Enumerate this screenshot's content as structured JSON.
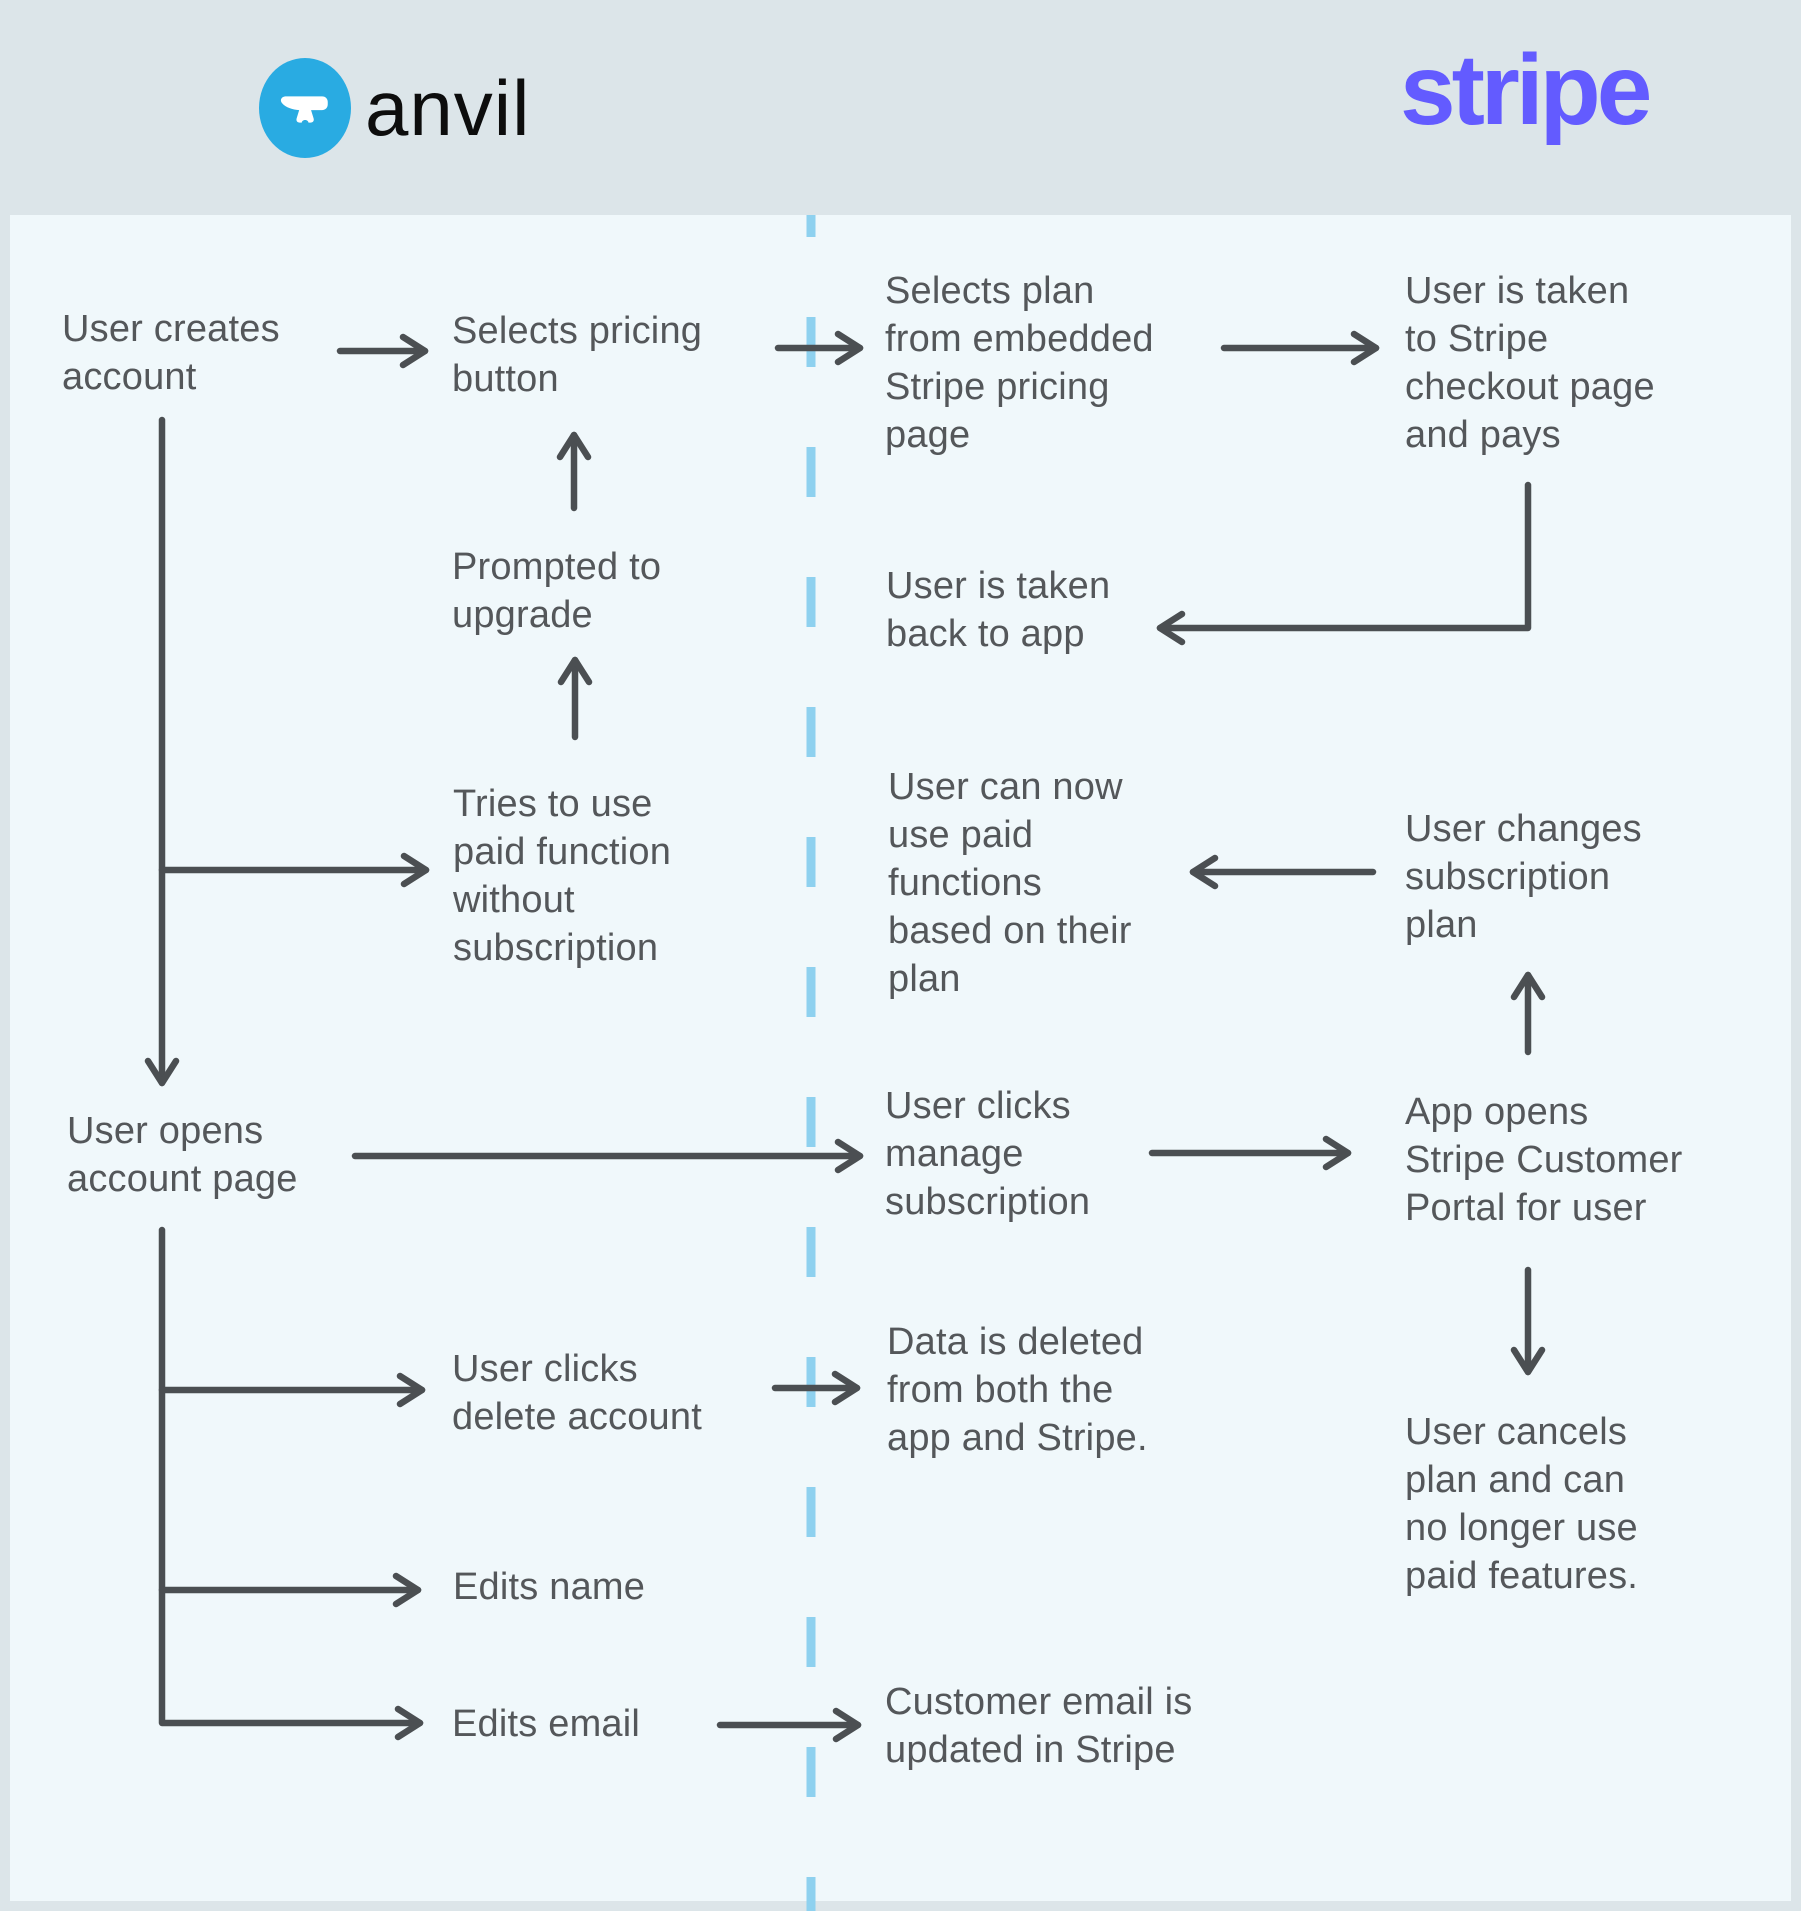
{
  "header": {
    "anvil_logo": "anvil",
    "stripe_logo": "stripe"
  },
  "nodes": {
    "user_creates_account": "User creates\naccount",
    "selects_pricing_button": "Selects pricing\nbutton",
    "prompted_to_upgrade": "Prompted to\nupgrade",
    "tries_paid_function": "Tries to use\npaid function\nwithout\nsubscription",
    "selects_plan": "Selects plan\nfrom embedded\nStripe pricing\npage",
    "taken_to_checkout": "User is taken\nto Stripe\ncheckout page\nand pays",
    "taken_back_to_app": "User is taken\nback to app",
    "can_use_paid_functions": "User can now\nuse paid\nfunctions\nbased on their\nplan",
    "changes_subscription": "User changes\nsubscription\nplan",
    "app_opens_portal": "App opens\nStripe Customer\nPortal for user",
    "user_cancels": "User cancels\nplan and can\nno longer use\npaid features.",
    "opens_account_page": "User opens\naccount page",
    "clicks_manage_subscription": "User clicks\nmanage\nsubscription",
    "clicks_delete_account": "User clicks\ndelete account",
    "data_deleted": "Data is deleted\nfrom both the\napp and Stripe.",
    "edits_name": "Edits name",
    "edits_email": "Edits email",
    "customer_email_updated": "Customer email is\nupdated in Stripe"
  },
  "colors": {
    "outer-bg": "#dce5e9",
    "panel-bg": "#f0f8fb",
    "text": "#54575a",
    "line": "#4b4f52",
    "divider": "#8ed1ef",
    "anvil-blue": "#29abe2",
    "anvil-text": "#0d0d0d",
    "stripe-purple": "#635bff"
  }
}
